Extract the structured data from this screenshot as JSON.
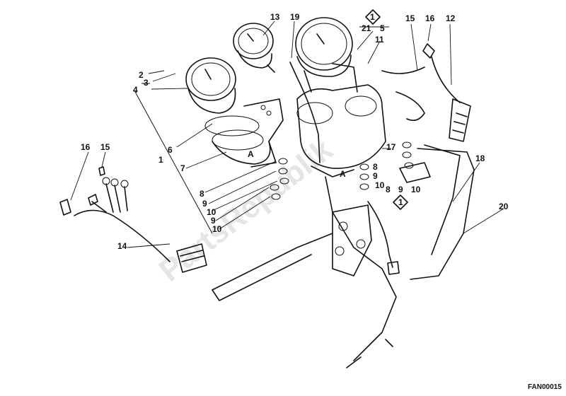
{
  "diagram": {
    "watermark": "PartsRepublik",
    "code": "FAN00015",
    "callouts": [
      {
        "id": "c13",
        "text": "13"
      },
      {
        "id": "c19",
        "text": "19"
      },
      {
        "id": "c21",
        "text": "21"
      },
      {
        "id": "c5",
        "text": "5"
      },
      {
        "id": "c11",
        "text": "11"
      },
      {
        "id": "c1top",
        "text": "1"
      },
      {
        "id": "c15a",
        "text": "15"
      },
      {
        "id": "c16a",
        "text": "16"
      },
      {
        "id": "c12",
        "text": "12"
      },
      {
        "id": "c2",
        "text": "2"
      },
      {
        "id": "c3",
        "text": "3"
      },
      {
        "id": "c4",
        "text": "4"
      },
      {
        "id": "c6",
        "text": "6"
      },
      {
        "id": "c1",
        "text": "1"
      },
      {
        "id": "c7",
        "text": "7"
      },
      {
        "id": "c16b",
        "text": "16"
      },
      {
        "id": "c15b",
        "text": "15"
      },
      {
        "id": "c8a",
        "text": "8"
      },
      {
        "id": "c9a",
        "text": "9"
      },
      {
        "id": "c10a",
        "text": "10"
      },
      {
        "id": "c9b",
        "text": "9"
      },
      {
        "id": "c10b",
        "text": "10"
      },
      {
        "id": "c14",
        "text": "14"
      },
      {
        "id": "c17",
        "text": "17"
      },
      {
        "id": "c8b",
        "text": "8"
      },
      {
        "id": "c9c",
        "text": "9"
      },
      {
        "id": "c10c",
        "text": "10"
      },
      {
        "id": "c8c",
        "text": "8"
      },
      {
        "id": "c9d",
        "text": "9"
      },
      {
        "id": "c10d",
        "text": "10"
      },
      {
        "id": "c1mid",
        "text": "1"
      },
      {
        "id": "c18",
        "text": "18"
      },
      {
        "id": "c20",
        "text": "20"
      },
      {
        "id": "cAa",
        "text": "A"
      },
      {
        "id": "cAb",
        "text": "A"
      }
    ]
  }
}
